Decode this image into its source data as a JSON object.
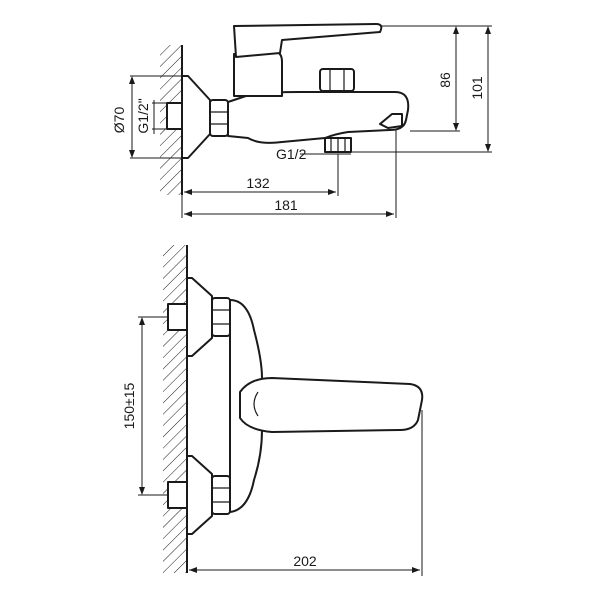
{
  "side_view": {
    "diameter_label": "Ø70",
    "inlet_thread_label": "G1/2\"",
    "outlet_thread_label": "G1/2",
    "spout_length_label": "132",
    "total_depth_label": "181",
    "handle_height_label": "86",
    "total_height_label": "101"
  },
  "front_view": {
    "center_distance_label": "150±15",
    "total_width_label": "202"
  }
}
